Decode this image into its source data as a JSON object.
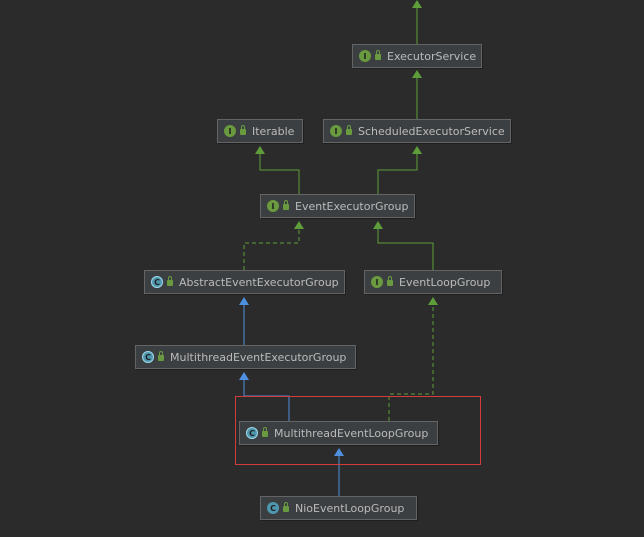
{
  "nodes": {
    "executor_service": {
      "label": "ExecutorService",
      "kind": "I"
    },
    "iterable": {
      "label": "Iterable",
      "kind": "I"
    },
    "scheduled_executor_service": {
      "label": "ScheduledExecutorService",
      "kind": "I"
    },
    "event_executor_group": {
      "label": "EventExecutorGroup",
      "kind": "I"
    },
    "abstract_event_executor_group": {
      "label": "AbstractEventExecutorGroup",
      "kind": "C"
    },
    "event_loop_group": {
      "label": "EventLoopGroup",
      "kind": "I"
    },
    "multithread_event_executor_group": {
      "label": "MultithreadEventExecutorGroup",
      "kind": "C"
    },
    "multithread_event_loop_group": {
      "label": "MultithreadEventLoopGroup",
      "kind": "C"
    },
    "nio_event_loop_group": {
      "label": "NioEventLoopGroup",
      "kind": "C"
    }
  },
  "colors": {
    "background": "#2b2b2b",
    "interface_arrow": "#5e9e3a",
    "class_arrow": "#4f8fdf",
    "highlight": "#d23c3c"
  }
}
